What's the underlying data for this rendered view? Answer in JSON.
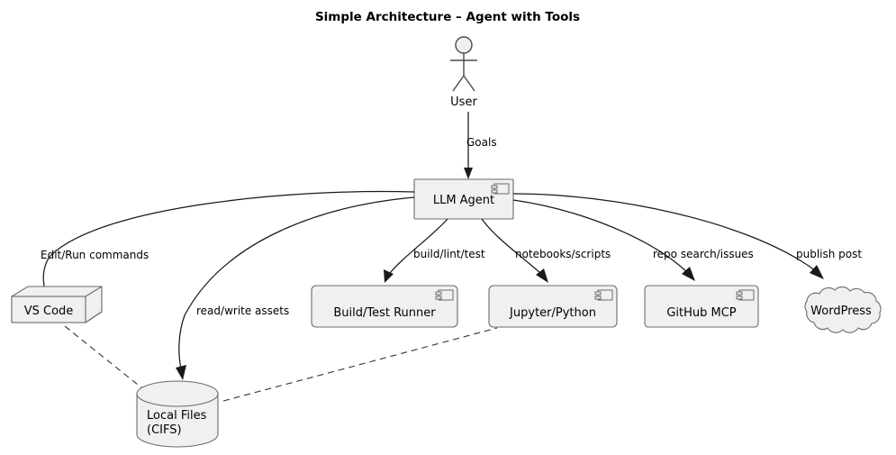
{
  "diagram": {
    "title": "Simple Architecture – Agent with Tools",
    "type": "uml-component-diagram",
    "colors": {
      "node_fill": "#f0f0f0",
      "node_stroke": "#6b6b6b",
      "edge_stroke": "#1a1a1a",
      "text": "#000000",
      "background": "#ffffff"
    }
  },
  "nodes": {
    "user": {
      "label": "User",
      "kind": "actor"
    },
    "agent": {
      "label": "LLM Agent",
      "kind": "component"
    },
    "vscode": {
      "label": "VS Code",
      "kind": "node-3d"
    },
    "build": {
      "label": "Build/Test Runner",
      "kind": "component"
    },
    "jupyter": {
      "label": "Jupyter/Python",
      "kind": "component"
    },
    "github": {
      "label": "GitHub MCP",
      "kind": "component"
    },
    "wordpress": {
      "label": "WordPress",
      "kind": "cloud"
    },
    "localfiles": {
      "label_line1": "Local Files",
      "label_line2": "(CIFS)",
      "kind": "database"
    }
  },
  "edges": [
    {
      "from": "user",
      "to": "agent",
      "label": "Goals",
      "style": "solid",
      "arrow": true
    },
    {
      "from": "agent",
      "to": "vscode",
      "label": "Edit/Run commands",
      "style": "solid",
      "arrow": true
    },
    {
      "from": "agent",
      "to": "localfiles",
      "label": "read/write assets",
      "style": "solid",
      "arrow": true
    },
    {
      "from": "agent",
      "to": "build",
      "label": "build/lint/test",
      "style": "solid",
      "arrow": true
    },
    {
      "from": "agent",
      "to": "jupyter",
      "label": "notebooks/scripts",
      "style": "solid",
      "arrow": true
    },
    {
      "from": "agent",
      "to": "github",
      "label": "repo search/issues",
      "style": "solid",
      "arrow": true
    },
    {
      "from": "agent",
      "to": "wordpress",
      "label": "publish post",
      "style": "solid",
      "arrow": true
    },
    {
      "from": "vscode",
      "to": "localfiles",
      "label": "",
      "style": "dashed",
      "arrow": false
    },
    {
      "from": "localfiles",
      "to": "jupyter",
      "label": "",
      "style": "dashed",
      "arrow": false
    }
  ]
}
